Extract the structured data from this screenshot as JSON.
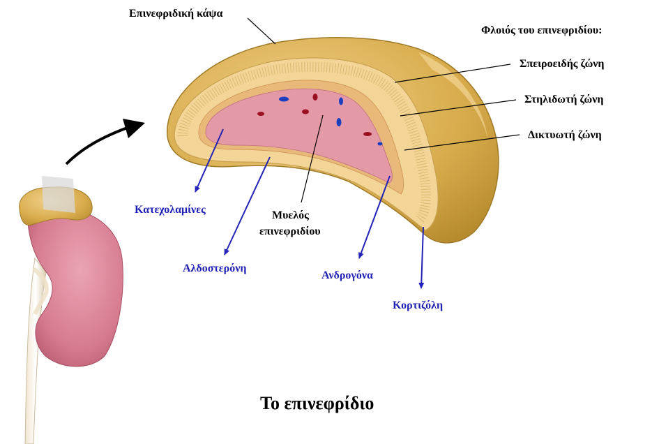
{
  "title": "Το επινεφρίδιο",
  "labels": {
    "capsule": "Επινεφριδική κάψα",
    "cortex_header": "Φλοιός του επινεφριδίου:",
    "zona_glomerulosa": "Σπειροειδής ζώνη",
    "zona_fasciculata": "Στηλιδωτή ζώνη",
    "zona_reticularis": "Δικτυωτή ζώνη",
    "medulla_line1": "Μυελός",
    "medulla_line2": "επινεφριδίου"
  },
  "hormones": {
    "catecholamines": "Κατεχολαμίνες",
    "aldosterone": "Αλδοστερόνη",
    "androgens": "Ανδρογόνα",
    "cortisol": "Κορτιζόλη"
  },
  "colors": {
    "capsule_fill": "#d9ad4e",
    "cortex_fill": "#f3d597",
    "medulla_fill": "#e49aa6",
    "kidney_fill": "#d67b8f",
    "hormone_text": "#1f1fb4",
    "hormone_arrow": "#2222b8",
    "vessel_red": "#9b1020",
    "vessel_blue": "#1c3fc0"
  }
}
